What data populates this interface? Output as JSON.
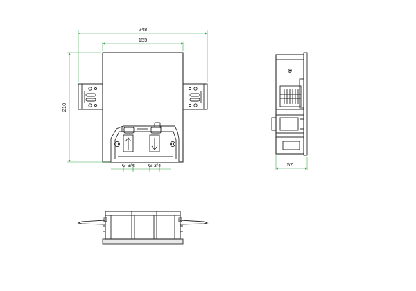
{
  "dimensions": {
    "overall_width": "248",
    "box_width": "155",
    "height": "210",
    "depth": "57",
    "port_left": "G 3/4",
    "port_right": "G 3/4"
  },
  "colors": {
    "outline": "#2a2a2a",
    "dimension": "#3aa84a",
    "fill": "#ffffff",
    "shade": "#e9e9e9"
  },
  "icons": {
    "inlet": "arrow-up-icon",
    "outlet": "arrow-down-icon"
  }
}
